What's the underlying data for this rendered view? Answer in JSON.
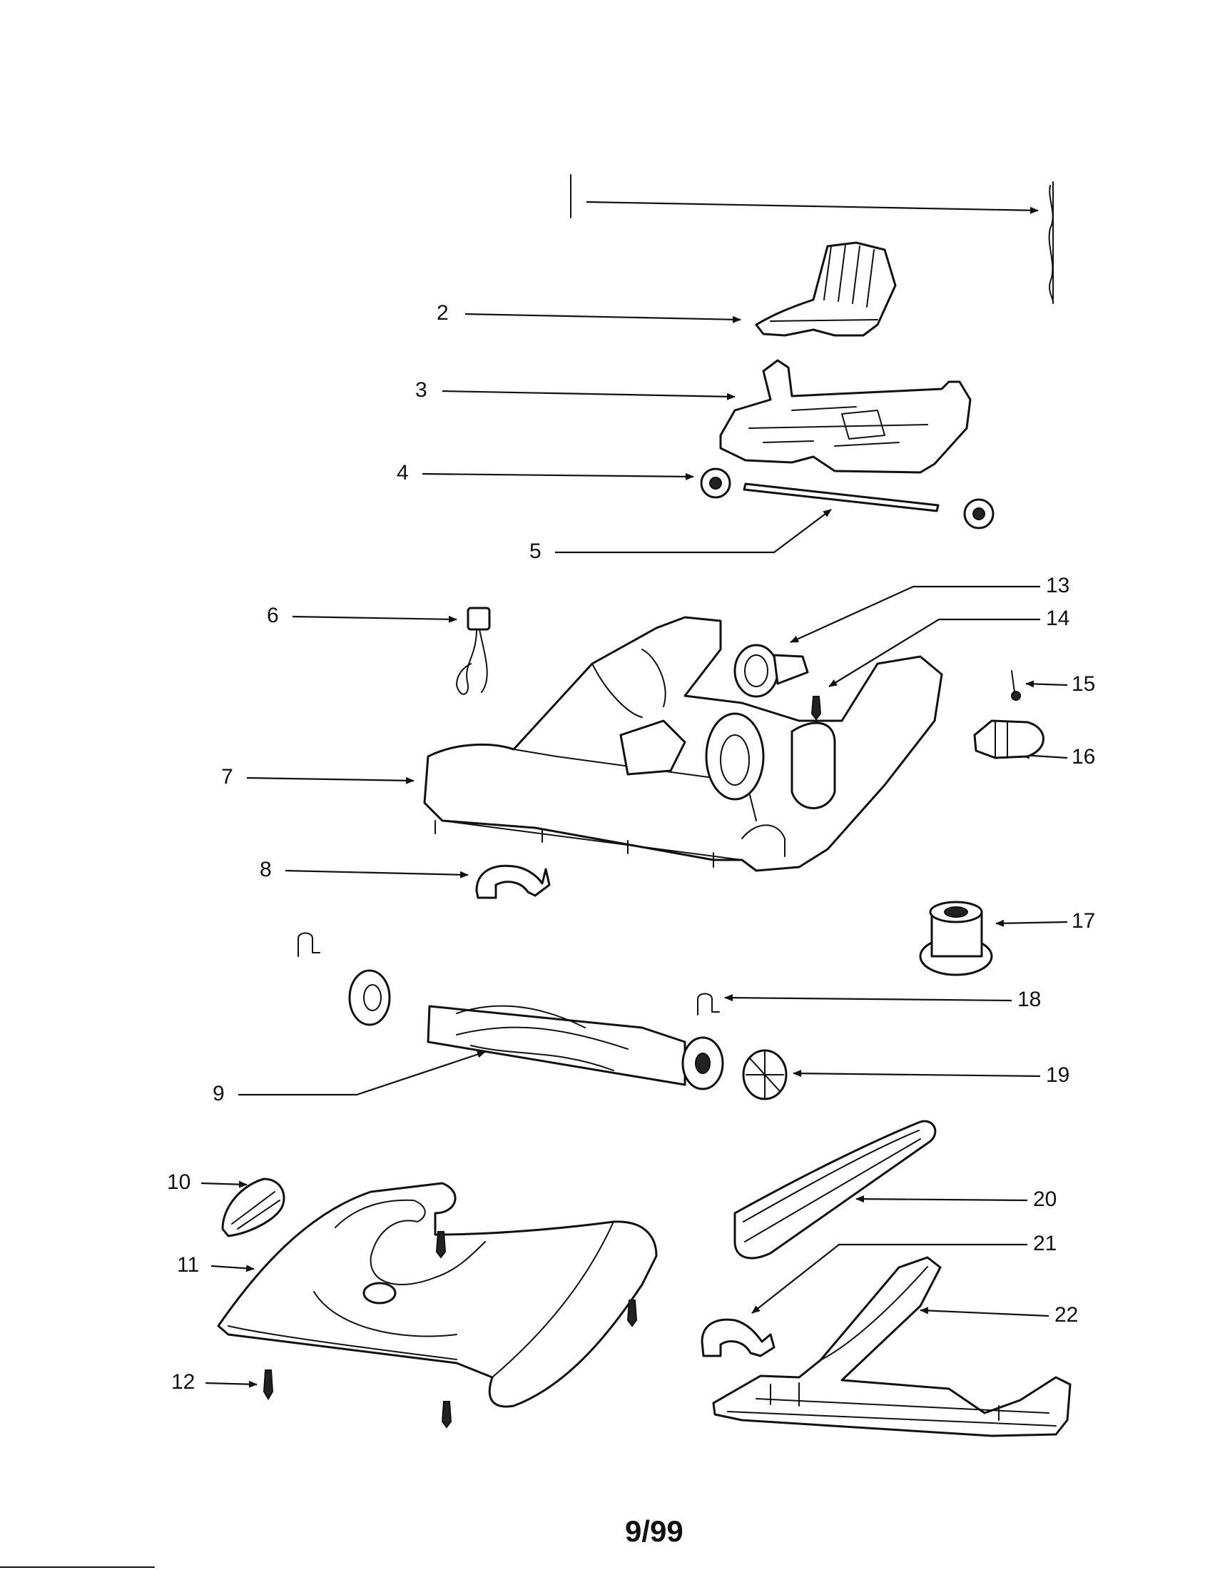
{
  "callouts": {
    "c2": "2",
    "c3": "3",
    "c4": "4",
    "c5": "5",
    "c6": "6",
    "c7": "7",
    "c8": "8",
    "c9": "9",
    "c10": "10",
    "c11": "11",
    "c12": "12",
    "c13": "13",
    "c14": "14",
    "c15": "15",
    "c16": "16",
    "c17": "17",
    "c18": "18",
    "c19": "19",
    "c20": "20",
    "c21": "21",
    "c22": "22"
  },
  "footer": {
    "date_code": "9/99"
  }
}
